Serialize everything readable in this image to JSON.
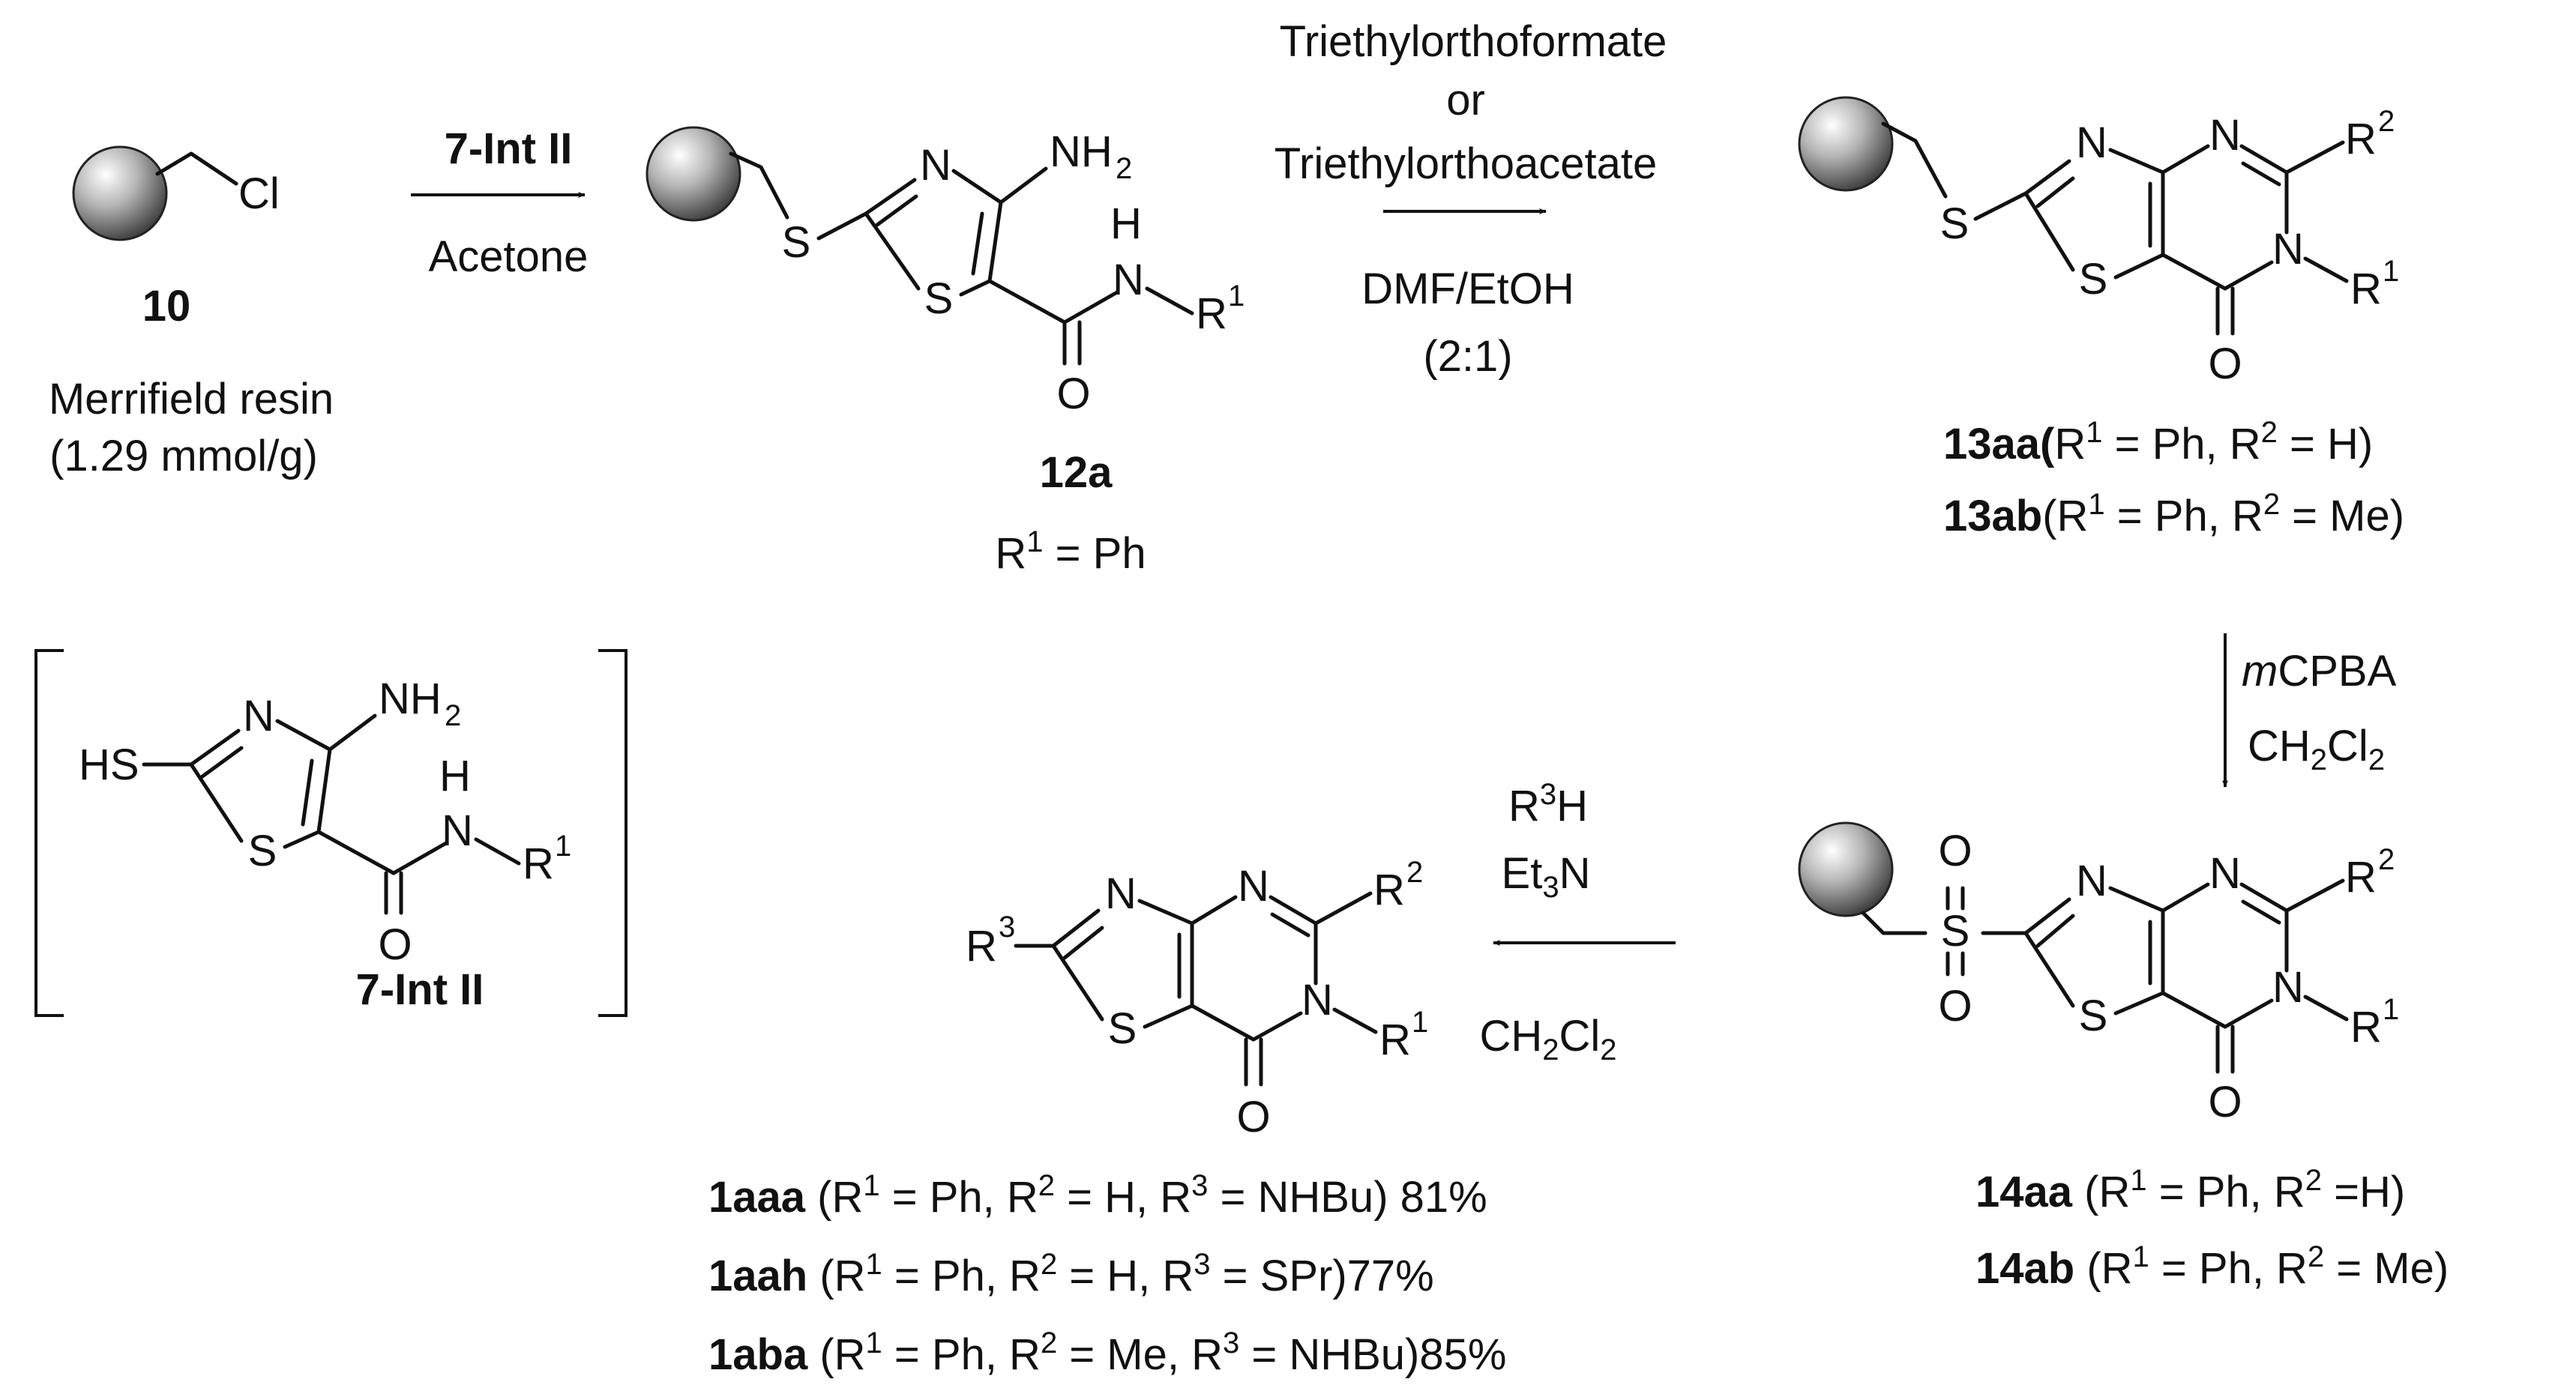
{
  "atoms": {
    "cl": "Cl",
    "s": "S",
    "n": "N",
    "o": "O",
    "h": "H",
    "nh": "NH",
    "nh_sub": "2",
    "hs": "HS",
    "r": "R",
    "r1": "1",
    "r2": "2",
    "r3": "3",
    "r1_in_2": "1"
  },
  "reagents": {
    "step1_top": "7-Int II",
    "step1_bottom": "Acetone",
    "step2_line1": "Triethylorthoformate",
    "step2_line2": "or",
    "step2_line3": "Triethylorthoacetate",
    "step2_line4": "DMF/EtOH",
    "step2_line5": "(2:1)",
    "step3_line1": "mCPBA",
    "step3_line2": "CH2Cl2",
    "step4_line1": "R3H",
    "step4_line2": "Et3N",
    "step4_line3": "CH2Cl2"
  },
  "compounds": {
    "c10": {
      "id": "10",
      "name": "Merrifield resin",
      "loading": "(1.29 mmol/g)"
    },
    "c12a": {
      "id": "12a",
      "subst": "R1 = Ph"
    },
    "c13aa": {
      "id": "13aa",
      "desc": "(R1 = Ph, R2 = H)"
    },
    "c13ab": {
      "id": "13ab",
      "desc": "(R1 = Ph, R2 = Me)"
    },
    "c14aa": {
      "id": "14aa",
      "desc": "(R1 = Ph, R2 =H)"
    },
    "c14ab": {
      "id": "14ab",
      "desc": "(R1 = Ph, R2 = Me)"
    },
    "c7int": {
      "id": "7-Int II"
    },
    "c1aaa": {
      "id": "1aaa",
      "desc": "(R1 = Ph, R2 = H, R3 = NHBu) 81%"
    },
    "c1aah": {
      "id": "1aah",
      "desc": "(R1 = Ph, R2 = H, R3 = SPr)77%"
    },
    "c1aba": {
      "id": "1aba",
      "desc": "(R1 = Ph, R2 = Me, R3 = NHBu)85%"
    }
  },
  "text_parts": {
    "m": "m",
    "cpba": "CPBA",
    "ch": "CH",
    "cl": "Cl",
    "two": "2",
    "r": "R",
    "three": "3",
    "h": "H",
    "et": "Et",
    "n": "N",
    "one": "1",
    "eq_ph": " = Ph",
    "eq_ph_comma": " = Ph, R",
    "eq_h": " = H)",
    "eq_h_nospace": " =H)",
    "eq_me": " = Me)",
    "eq_h_comma": " = H, R",
    "eq_me_comma": " = Me, R",
    "nhbu81": " = NHBu) 81%",
    "spr77": " = SPr)77%",
    "nhbu85": " = NHBu)85%",
    "open": "(R",
    "open_sp": " (R"
  }
}
